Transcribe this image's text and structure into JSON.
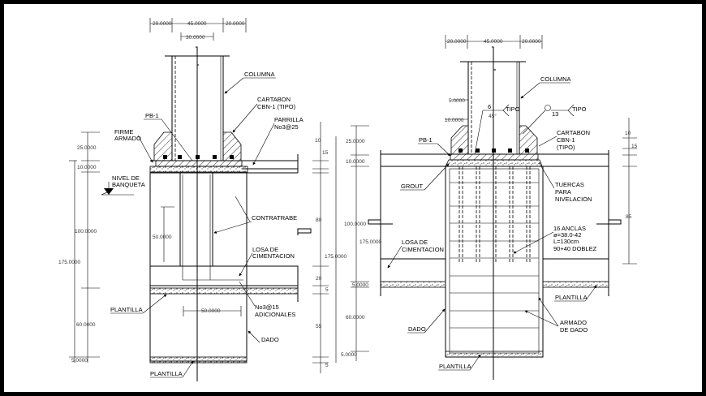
{
  "left_detail": {
    "dims_top": {
      "side_left": "20.0000",
      "center": "45.0000",
      "side_right": "20.0000",
      "inner": "30.0000"
    },
    "dims_left": {
      "d1": "25.0000",
      "d2": "10.0000",
      "d3": "100.0000",
      "d4": "175.0000",
      "d5": "60.0000",
      "d6": "5.0000"
    },
    "dims_right": {
      "r1": "10",
      "r2": "15",
      "r3": "80",
      "r4": "20",
      "r5": "5",
      "r6": "55",
      "r7": "5",
      "total": "175.0000"
    },
    "dims_inner": {
      "contratrabe_height": "50.0000",
      "dado_width": "50.0000"
    },
    "labels": {
      "columna": "COLUMNA",
      "cartabon_1": "CARTABON",
      "cartabon_2": "CBN-1 (TIPO)",
      "pb": "PB-1",
      "parrilla_1": "PARRILLA",
      "parrilla_2": "No3@25",
      "firme_1": "FIRME",
      "firme_2": "ARMADO",
      "nivel_1": "NIVEL DE",
      "nivel_2": "BANQUETA",
      "contratrabe": "CONTRATRABE",
      "losa_1": "LOSA DE",
      "losa_2": "CIMENTACION",
      "plantilla_1": "PLANTILLA",
      "adic_1": "No3@15",
      "adic_2": "ADICIONALES",
      "dado": "DADO",
      "plantilla_2": "PLANTILLA"
    }
  },
  "right_detail": {
    "dims_top": {
      "side_left": "20.0000",
      "center": "45.0000",
      "side_right": "20.0000",
      "weld_1": "5.0000",
      "weld_2": "10.0000"
    },
    "dims_left": {
      "d1": "25.0000",
      "d2": "10.0000",
      "d3": "100.0000",
      "d4": "175.0000",
      "d5": "5.0000",
      "d6": "60.0000",
      "d7": "5.0000"
    },
    "dims_right": {
      "r1": "10",
      "r2": "15",
      "r3": "85"
    },
    "weld": {
      "size": "6",
      "angle": "45°",
      "tipo_1": "TIPO",
      "fillet": "13",
      "tipo_2": "TIPO"
    },
    "labels": {
      "columna": "COLUMNA",
      "cartabon_1": "CARTABON",
      "cartabon_2": "CBN-1",
      "cartabon_3": "(TIPO)",
      "pb": "PB-1",
      "grout": "GROUT",
      "tuercas_1": "TUERCAS",
      "tuercas_2": "PARA",
      "tuercas_3": "NIVELACION",
      "anclas_1": "16 ANCLAS",
      "anclas_2": "ø=38.0-42",
      "anclas_3": "L=130cm",
      "anclas_4": "90+40 DOBLEZ",
      "losa_1": "LOSA DE",
      "losa_2": "CIMENTACION",
      "plantilla_1": "PLANTILLA",
      "dado": "DADO",
      "armado_1": "ARMADO",
      "armado_2": "DE DADO",
      "plantilla_2": "PLANTILLA"
    }
  }
}
